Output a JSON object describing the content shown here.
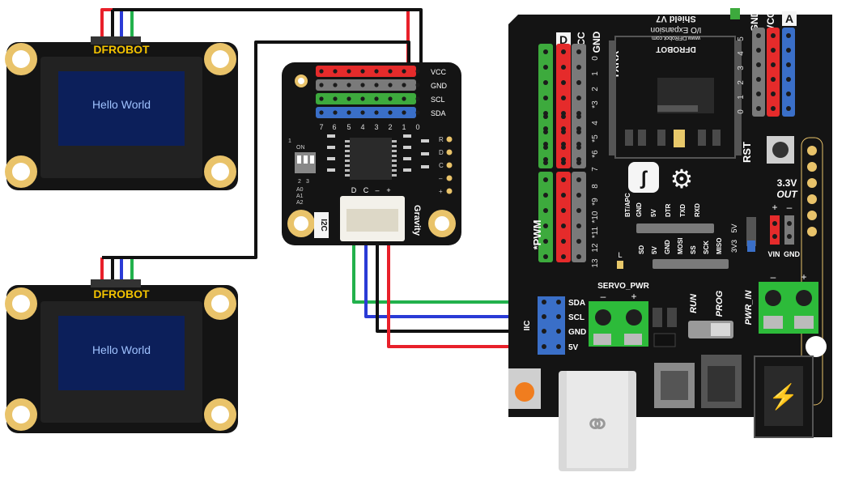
{
  "oled_top": {
    "brand": "DFROBOT",
    "screen_text": "Hello World"
  },
  "oled_bottom": {
    "brand": "DFROBOT",
    "screen_text": "Hello World"
  },
  "i2c_hub": {
    "rail_labels": [
      "VCC",
      "GND",
      "SCL",
      "SDA"
    ],
    "port_numbers": [
      "7",
      "6",
      "5",
      "4",
      "3",
      "2",
      "1",
      "0"
    ],
    "side_labels": [
      "R",
      "D",
      "C",
      "–",
      "+"
    ],
    "address_labels": [
      "A0",
      "A1",
      "A2"
    ],
    "dip_label": "ON",
    "dip_numbers": [
      "1",
      "2",
      "3"
    ],
    "connector_pins": [
      "D",
      "C",
      "–",
      "+"
    ],
    "gravity_label": "Gravity",
    "i2c_label": "I2C"
  },
  "shield": {
    "header_d": "D",
    "header_vcc": "VCC",
    "header_gnd": "GND",
    "txrx": "TXRX",
    "pin_numbers": [
      "0",
      "1",
      "2",
      "*3",
      "4",
      "*5",
      "*6",
      "7",
      "8",
      "*9",
      "*10",
      "*11",
      "12",
      "13"
    ],
    "title_line1": "Shield V7",
    "title_line2": "I/O Expansion",
    "website": "www.DFRobot.com",
    "brand": "DFROBOT",
    "analog_header": "A",
    "analog_pins": [
      "5",
      "4",
      "3",
      "2",
      "1",
      "0"
    ],
    "pwm_label": "*PWM",
    "l_label": "L",
    "bt_labels": [
      "GND",
      "5V",
      "DTR",
      "TXD",
      "RXD",
      "BT/APC"
    ],
    "spi_labels": [
      "SD",
      "5V",
      "GND",
      "MOSI",
      "SS",
      "SCK",
      "MISO"
    ],
    "rst": "RST",
    "out_voltage": "3.3V",
    "out_word": "OUT",
    "v5": "5V",
    "v33": "3V3",
    "vin_label": "VIN",
    "gnd_label": "GND",
    "i2c_pins": [
      "SDA",
      "SCL",
      "GND",
      "5V"
    ],
    "servo_pwr": "SERVO_PWR",
    "run": "RUN",
    "prog": "PROG",
    "pwr_in": "PWR_IN",
    "iic": "IIC"
  },
  "colors": {
    "wire_red": "#e8202a",
    "wire_black": "#111111",
    "wire_blue": "#2a3bd6",
    "wire_green": "#22b14c",
    "board": "#141414",
    "pad": "#e9c36a",
    "oled_screen": "#0c1f5a",
    "header_red": "#e52b2b",
    "header_green": "#3daa3d",
    "header_gray": "#7a7a7a",
    "header_blue": "#3a6fc8",
    "terminal_green": "#2dbb3a"
  }
}
